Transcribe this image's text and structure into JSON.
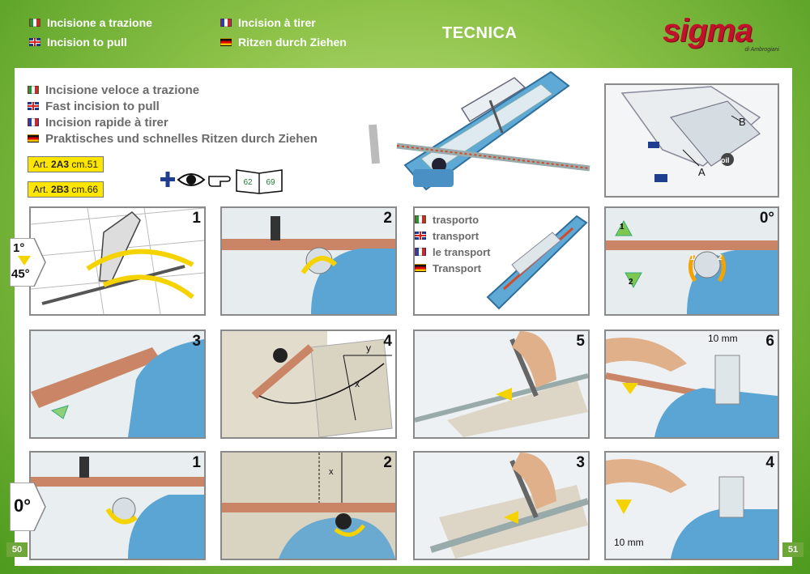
{
  "header": {
    "items": [
      {
        "flag": "it",
        "text": "Incisione a trazione"
      },
      {
        "flag": "uk",
        "text": "Incision to pull"
      },
      {
        "flag": "fr",
        "text": "Incision à tirer"
      },
      {
        "flag": "de",
        "text": "Ritzen durch Ziehen"
      }
    ],
    "title": "TECNICA",
    "logo": {
      "word": "sigma",
      "sub": "di Ambrogiani"
    }
  },
  "intro": [
    {
      "flag": "it",
      "text": "Incisione veloce a trazione"
    },
    {
      "flag": "uk",
      "text": "Fast incision to pull"
    },
    {
      "flag": "fr",
      "text": "Incision rapide à tirer"
    },
    {
      "flag": "de",
      "text": "Praktisches und schnelles Ritzen durch Ziehen"
    }
  ],
  "articles": [
    {
      "prefix": "Art. ",
      "code": "2A3",
      "size": " cm.51"
    },
    {
      "prefix": "Art. ",
      "code": "2B3",
      "size": " cm.66"
    }
  ],
  "book_pages": [
    "62",
    "69"
  ],
  "transport": [
    {
      "flag": "it",
      "text": "trasporto"
    },
    {
      "flag": "uk",
      "text": "transport"
    },
    {
      "flag": "fr",
      "text": "le transport"
    },
    {
      "flag": "de",
      "text": "Transport"
    }
  ],
  "diagram_labels": {
    "a": "A",
    "b": "B",
    "oil": "oil"
  },
  "panels": {
    "row1_p1": "1",
    "row1_p2": "2",
    "row1_p4": "0°",
    "row2_p1": "3",
    "row2_p2": "4",
    "row2_p3": "5",
    "row2_p4": "6",
    "row3_p1": "1",
    "row3_p2": "2",
    "row3_p3": "3",
    "row3_p4": "4"
  },
  "badges": {
    "angle_range_top": "1°",
    "angle_range_bottom": "45°",
    "angle_zero": "0°"
  },
  "measure": {
    "y": "y",
    "x": "x",
    "mm_top": "10 mm",
    "mm_bottom": "10 mm",
    "x_small": "x"
  },
  "small_steps": {
    "one": "1",
    "two": "2"
  },
  "page_numbers": {
    "left": "50",
    "right": "51"
  }
}
